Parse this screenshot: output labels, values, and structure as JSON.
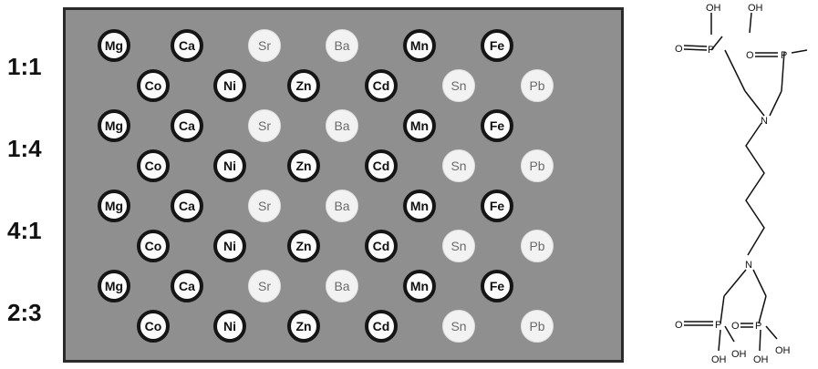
{
  "ratios": [
    "1:1",
    "1:4",
    "4:1",
    "2:3"
  ],
  "wells_row_a": [
    {
      "label": "Mg",
      "style": "dark"
    },
    {
      "label": "Ca",
      "style": "dark"
    },
    {
      "label": "Sr",
      "style": "light"
    },
    {
      "label": "Ba",
      "style": "light"
    },
    {
      "label": "Mn",
      "style": "dark"
    },
    {
      "label": "Fe",
      "style": "dark"
    }
  ],
  "wells_row_b": [
    {
      "label": "Co",
      "style": "dark"
    },
    {
      "label": "Ni",
      "style": "dark"
    },
    {
      "label": "Zn",
      "style": "dark"
    },
    {
      "label": "Cd",
      "style": "dark"
    },
    {
      "label": "Sn",
      "style": "light"
    },
    {
      "label": "Pb",
      "style": "light"
    }
  ],
  "molecule": {
    "atom_labels": {
      "oxygen": "O",
      "hydroxyl": "OH",
      "phosphorus": "P",
      "nitrogen": "N"
    }
  }
}
